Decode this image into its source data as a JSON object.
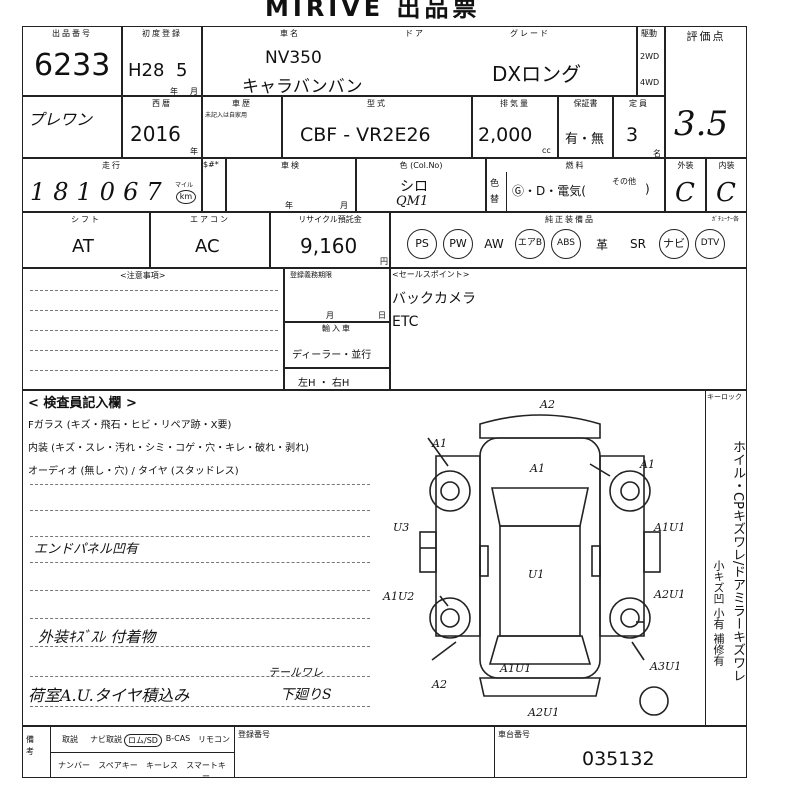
{
  "header": {
    "title": "MIRIVE 出品票"
  },
  "row1": {
    "lot_label": "出品番号",
    "lot": "6233",
    "first_reg_label": "初度登録",
    "era": "H28",
    "month": "5",
    "year_unit": "年",
    "month_unit": "月",
    "carname_label": "車名",
    "car_model": "NV350",
    "car_sub": "キャラバンバン",
    "door_label": "ドア",
    "grade_label": "グレード",
    "grade": "DXロング",
    "drive_label": "駆動",
    "drive_2wd": "2WD",
    "drive_4wd": "4WD",
    "score_label": "評価点",
    "score": "3.5"
  },
  "row2": {
    "dealer_hand": "プレワン",
    "western_label": "西暦",
    "western_year": "2016",
    "year_unit": "年",
    "shaken_label": "車歴",
    "shaken_note": "未記入は自家用",
    "model_label": "型式",
    "model": "CBF - VR2E26",
    "disp_label": "排気量",
    "disp": "2,000",
    "disp_unit": "cc",
    "warranty_label": "保証書",
    "warranty": "有・無",
    "capacity_label": "定員",
    "capacity": "3",
    "capacity_unit": "名"
  },
  "row3": {
    "mileage_label": "走行",
    "mileage": "181067",
    "mileage_unit_mile": "マイル",
    "mileage_unit_km": "km",
    "meter_label": "$#*",
    "inspection_label": "車検",
    "insp_year": "年",
    "insp_month": "月",
    "color_label": "色 (Col.No)",
    "color": "シロ",
    "color_no": "QM1",
    "color_change": "色替",
    "fuel_label": "燃料",
    "fuel": "Ⓖ・D・電気(",
    "fuel_other": "その他",
    "fuel_close": ")",
    "exterior_label": "外装",
    "exterior": "C",
    "interior_label": "内装",
    "interior": "C"
  },
  "row4": {
    "shift_label": "シフト",
    "shift": "AT",
    "ac_label": "エアコン",
    "ac": "AC",
    "recycle_label": "リサイクル預託金",
    "recycle": "9,160",
    "recycle_unit": "円",
    "equip_label": "純正装備品",
    "tuner_label": "ｶﾞﾁｭｰﾅｰ各",
    "equipment": [
      {
        "label": "PS",
        "circled": true
      },
      {
        "label": "PW",
        "circled": true
      },
      {
        "label": "AW",
        "circled": false
      },
      {
        "label": "エアB",
        "circled": true
      },
      {
        "label": "ABS",
        "circled": true
      },
      {
        "label": "革",
        "circled": false
      },
      {
        "label": "SR",
        "circled": false
      },
      {
        "label": "ナビ",
        "circled": true
      },
      {
        "label": "DTV",
        "circled": true
      }
    ]
  },
  "notes": {
    "caution_label": "<注意事項>",
    "reg_label": "登録義務期限",
    "reg_month": "月",
    "reg_day": "日",
    "import_label": "輸入車",
    "import_val": "ディーラー・並行",
    "handle": "左H ・ 右H",
    "sales_label": "<セールスポイント>",
    "sales_points": [
      "バックカメラ",
      "ETC"
    ]
  },
  "inspector": {
    "title": "< 検査員記入欄 >",
    "glass": "Fガラス (キズ・飛石・ヒビ・リペア跡・X要)",
    "interior": "内装 (キズ・スレ・汚れ・シミ・コゲ・穴・キレ・破れ・剥れ)",
    "audio": "オーディオ (無し・穴) / タイヤ (スタッドレス)",
    "hand1": "エンドパネル凹有",
    "hand2": "外装ｷｽﾞｽﾚ 付着物",
    "hand3": "荷室A.U.タイヤ積込み",
    "hand4": "テールワレ",
    "hand5": "下廻りS"
  },
  "diagram": {
    "labels": [
      "A2",
      "A1",
      "A1",
      "A1",
      "U3",
      "A1U1",
      "U1",
      "A1U2",
      "A2U1",
      "A3U1",
      "A2",
      "A1U1",
      "A2U1"
    ]
  },
  "keylock": {
    "label": "キーロック",
    "text1": "ホイル・CPキズワレ/ドアミラーキズワレ",
    "text2": "小キズ凹 小有 補修有"
  },
  "bottom": {
    "col_side": "備考",
    "items_row1": [
      "取説",
      "ナビ取説",
      "ロム/SD",
      "B-CAS",
      "リモコン"
    ],
    "items_row2": [
      "ナンバー",
      "スペアキー",
      "キーレス",
      "スマートキー"
    ],
    "reg_no_label": "登録番号",
    "chassis_label": "車台番号",
    "chassis": "035132"
  }
}
